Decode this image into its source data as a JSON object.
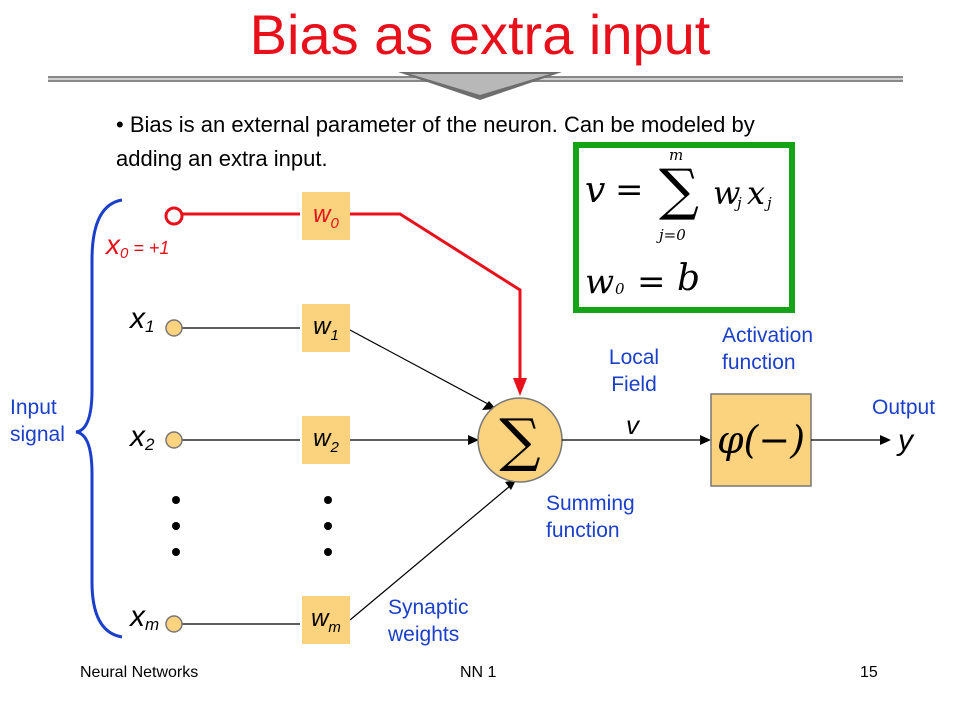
{
  "slide": {
    "title": "Bias as extra input",
    "bullet_text": "Bias is an external parameter of the neuron. Can be modeled by adding an extra input.",
    "footer_left": "Neural Networks",
    "footer_center": "NN 1",
    "page_number": "15"
  },
  "diagram": {
    "inputs": {
      "x0_main": "x",
      "x0_sub": "0",
      "x0_value": " = +1",
      "x1_main": "x",
      "x1_sub": "1",
      "x2_main": "x",
      "x2_sub": "2",
      "xm_main": "x",
      "xm_sub": "m"
    },
    "weights": {
      "w0_main": "w",
      "w0_sub": "0",
      "w1_main": "w",
      "w1_sub": "1",
      "w2_main": "w",
      "w2_sub": "2",
      "wm_main": "w",
      "wm_sub": "m"
    },
    "labels": {
      "input_signal_line1": "Input",
      "input_signal_line2": "signal",
      "synaptic_line1": "Synaptic",
      "synaptic_line2": "weights",
      "summing_line1": "Summing",
      "summing_line2": "function",
      "local_line1": "Local",
      "local_line2": "Field",
      "local_var": "v",
      "activation_line1": "Activation",
      "activation_line2": "function",
      "output_label": "Output",
      "output_var": "y"
    },
    "symbols": {
      "sigma": "∑",
      "phi": "φ(−)"
    },
    "equations": {
      "eq1_lhs": "v",
      "eq1_eq": "=",
      "eq1_sigma": "∑",
      "eq1_upper": "m",
      "eq1_lower": "j=0",
      "eq1_term_w": "w",
      "eq1_term_j1": "j",
      "eq1_term_x": "x",
      "eq1_term_j2": "j",
      "eq2_lhs_w": "w",
      "eq2_lhs_sub": "0",
      "eq2_eq": "=",
      "eq2_rhs": "b"
    },
    "colors": {
      "title": "#e8101a",
      "bias_path": "#e8101a",
      "node_fill": "#fbd27e",
      "equation_border": "#14a314",
      "label_blue": "#1a3fc9"
    }
  }
}
